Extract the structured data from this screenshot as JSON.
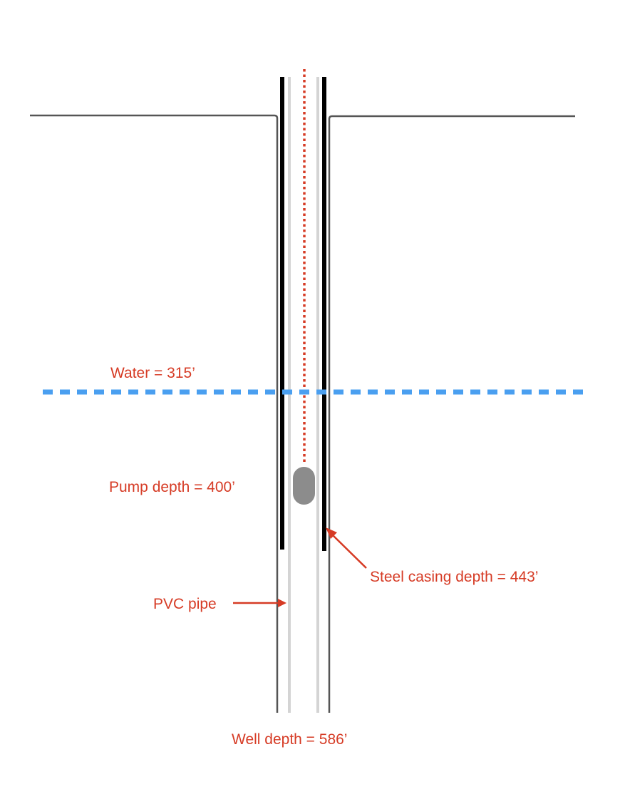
{
  "labels": {
    "water": "Water = 315’",
    "pump": "Pump depth = 400’",
    "pvc": "PVC pipe",
    "steel_casing": "Steel casing depth = 443’",
    "well": "Well depth = 586’"
  },
  "colors": {
    "annotation": "#d63b25",
    "water_line": "#4a9ff0",
    "steel_casing": "#000000",
    "pvc_pipe": "#d4d4d4",
    "borehole": "#555555",
    "pump": "#8c8c8c",
    "pump_cable": "#d63b25"
  }
}
